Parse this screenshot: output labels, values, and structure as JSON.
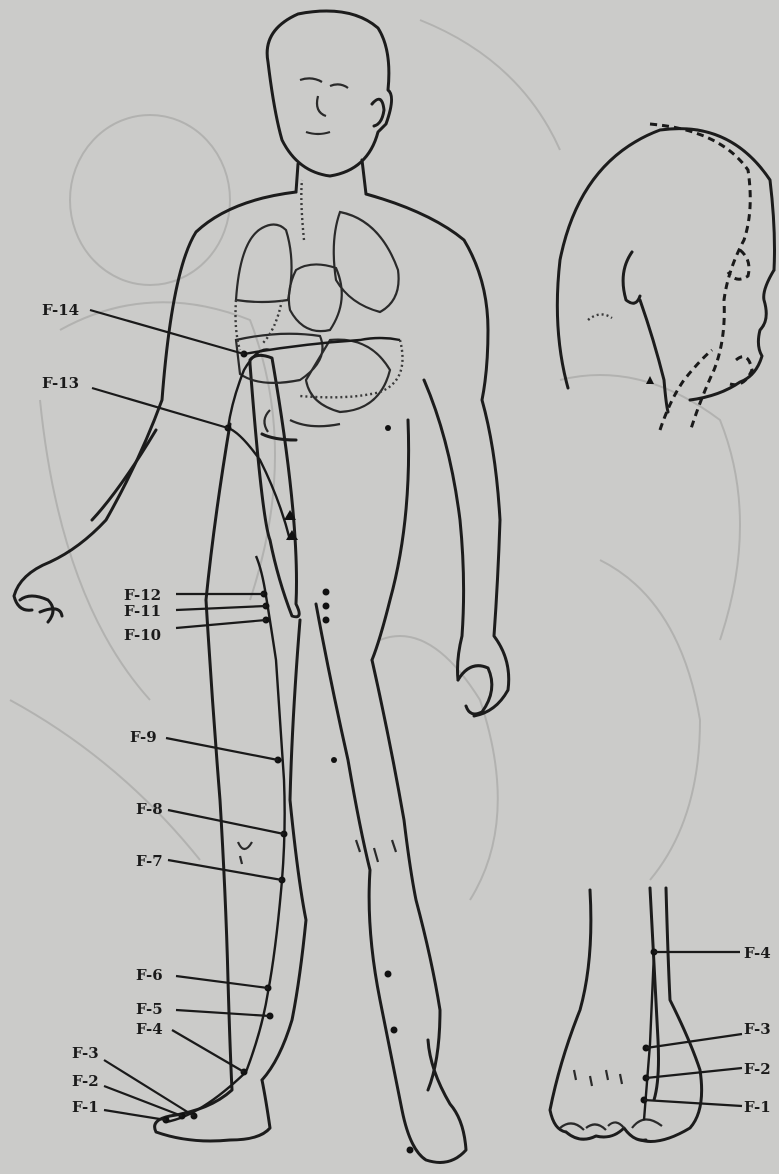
{
  "labels": {
    "main": [
      "F-14",
      "F-13",
      "F-12",
      "F-11",
      "F-10",
      "F-9",
      "F-8",
      "F-7",
      "F-6",
      "F-5",
      "F-3",
      "F-4",
      "F-2",
      "F-1"
    ],
    "foot": [
      "F-4",
      "F-3",
      "F-2",
      "F-1"
    ]
  },
  "colors": {
    "paper": "#cbcbc9",
    "ink": "#1a1a1a",
    "ghost": "#b2b2b0"
  }
}
